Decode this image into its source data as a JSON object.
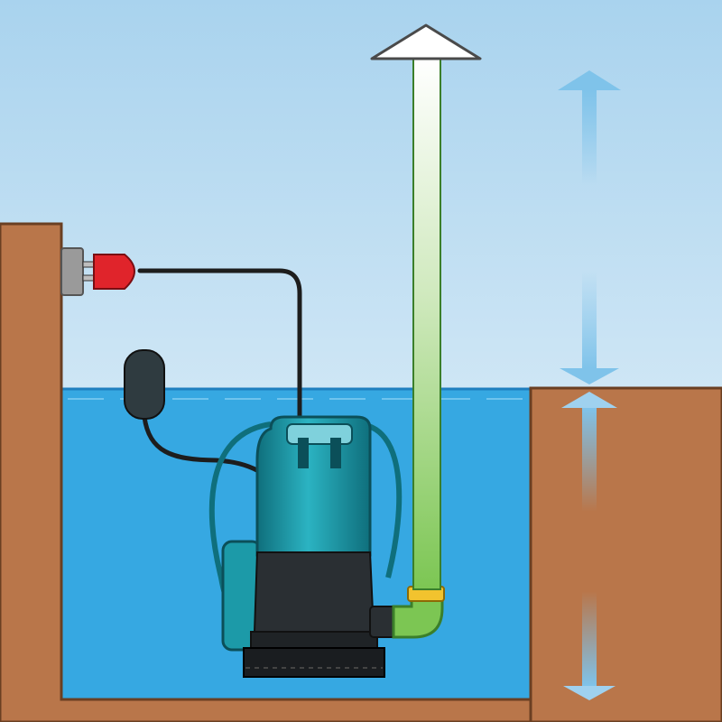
{
  "diagram": {
    "subject": "submersible-pump-installation",
    "components": [
      {
        "name": "ground",
        "icon": "soil-block"
      },
      {
        "name": "power-socket",
        "icon": "socket-icon"
      },
      {
        "name": "power-plug",
        "icon": "plug-icon"
      },
      {
        "name": "power-cable",
        "icon": "cable"
      },
      {
        "name": "float-switch",
        "icon": "float-switch-icon"
      },
      {
        "name": "submersible-pump",
        "icon": "pump-icon"
      },
      {
        "name": "discharge-pipe",
        "icon": "pipe"
      },
      {
        "name": "flow-direction-arrow",
        "icon": "arrow-up-icon"
      },
      {
        "name": "water-pit",
        "icon": "water"
      },
      {
        "name": "lift-height-indicator",
        "icon": "arrow-up-icon"
      },
      {
        "name": "submersion-depth-indicator",
        "icon": "double-arrow-icon"
      }
    ],
    "colors": {
      "sky_top": "#a9d3ee",
      "sky_bottom": "#eef6fb",
      "ground": "#b9764a",
      "ground_edge": "#6a3f22",
      "water": "#36a8e2",
      "water_line": "#1f7fbf",
      "pump_body": "#1c9aa8",
      "pump_base": "#2a2f33",
      "pipe_green": "#7cc653",
      "pipe_light": "#eef7ea",
      "plug_red": "#e0242b",
      "cable": "#1d1d1d",
      "fitting_yellow": "#f2c32e",
      "measure_arrow": "#7fc3ea"
    }
  }
}
